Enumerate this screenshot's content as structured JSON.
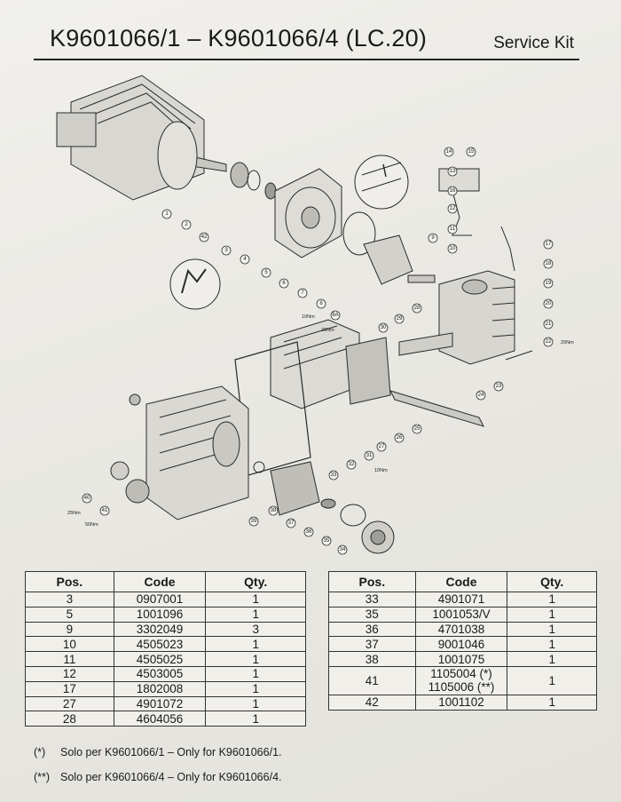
{
  "header": {
    "title": "K9601066/1 – K9601066/4 (LC.20)",
    "subtitle": "Service Kit"
  },
  "diagram": {
    "callouts": [
      "1",
      "2",
      "3",
      "4",
      "5",
      "6",
      "7",
      "8",
      "8A",
      "9",
      "10",
      "11",
      "12",
      "13",
      "14",
      "15",
      "16",
      "17",
      "18",
      "19",
      "20",
      "21",
      "22",
      "23",
      "24",
      "25",
      "26",
      "27",
      "28",
      "29",
      "30",
      "31",
      "32",
      "33",
      "34",
      "35",
      "36",
      "37",
      "38",
      "39",
      "40",
      "41",
      "42"
    ],
    "torque_labels": [
      "10Nm",
      "20Nm",
      "20Nm",
      "10Nm",
      "25Nm",
      "50Nm"
    ]
  },
  "table_left": {
    "headers": [
      "Pos.",
      "Code",
      "Qty."
    ],
    "rows": [
      [
        "3",
        "0907001",
        "1"
      ],
      [
        "5",
        "1001096",
        "1"
      ],
      [
        "9",
        "3302049",
        "3"
      ],
      [
        "10",
        "4505023",
        "1"
      ],
      [
        "11",
        "4505025",
        "1"
      ],
      [
        "12",
        "4503005",
        "1"
      ],
      [
        "17",
        "1802008",
        "1"
      ],
      [
        "27",
        "4901072",
        "1"
      ],
      [
        "28",
        "4604056",
        "1"
      ]
    ]
  },
  "table_right": {
    "headers": [
      "Pos.",
      "Code",
      "Qty."
    ],
    "rows": [
      [
        "33",
        "4901071",
        "1"
      ],
      [
        "35",
        "1001053/V",
        "1"
      ],
      [
        "36",
        "4701038",
        "1"
      ],
      [
        "37",
        "9001046",
        "1"
      ],
      [
        "38",
        "1001075",
        "1"
      ],
      [
        "41",
        "1105004 (*)",
        "1"
      ],
      [
        "42",
        "1001102",
        "1"
      ]
    ],
    "row41_second_code": "1105006 (**)"
  },
  "footnotes": [
    {
      "mark": "(*)",
      "text": "Solo per K9601066/1 – Only for K9601066/1."
    },
    {
      "mark": "(**)",
      "text": "Solo per K9601066/4 – Only for K9601066/4."
    }
  ]
}
